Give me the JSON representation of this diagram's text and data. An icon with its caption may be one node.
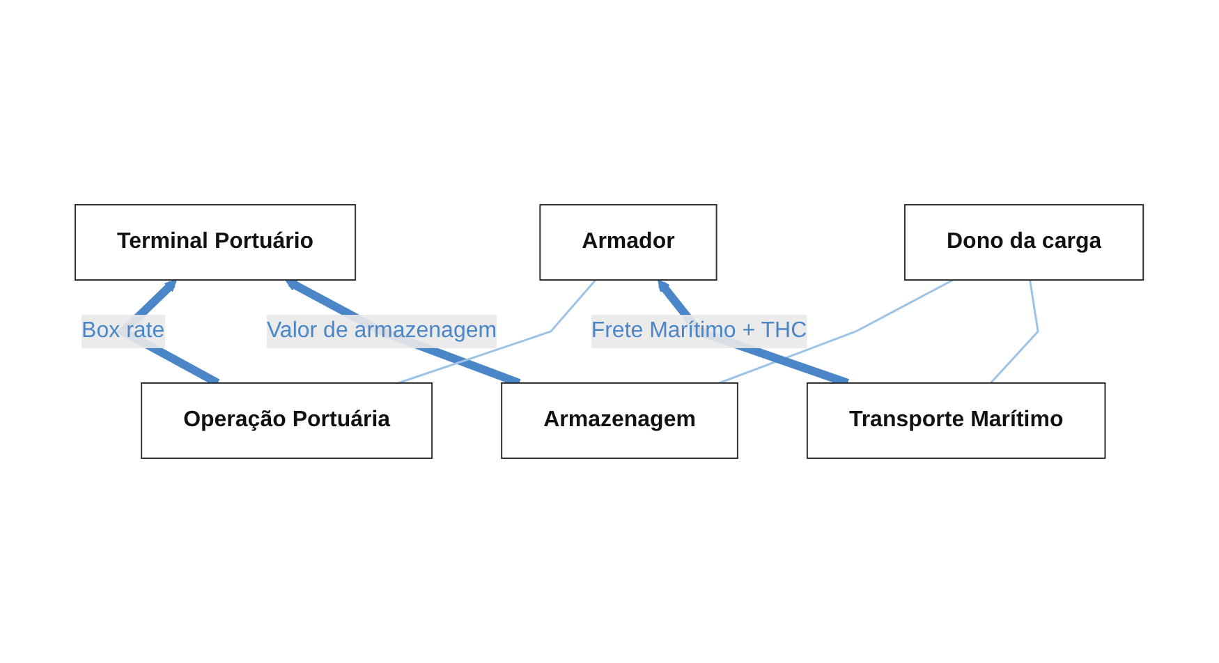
{
  "diagram": {
    "nodes": [
      {
        "text": [
          "Terminal Portuário"
        ]
      },
      {
        "text": [
          "Operação Portuária"
        ]
      },
      {
        "text": [
          "Armazenagem"
        ]
      },
      {
        "text": [
          "Armador"
        ]
      },
      {
        "text": [
          "Transporte Marítimo"
        ]
      },
      {
        "text": [
          "Dono da carga"
        ]
      }
    ],
    "edges": [
      {
        "from": 1,
        "to": 0,
        "arrow": "to",
        "label": "Box rate",
        "style": "thick",
        "color": "#4a86c8"
      },
      {
        "from": 2,
        "to": 0,
        "arrow": "to",
        "label": "Valor de armazenagem",
        "style": "thick",
        "color": "#4a86c8"
      },
      {
        "from": 1,
        "to": 3,
        "arrow": "none"
      },
      {
        "from": 2,
        "to": 5,
        "arrow": "none"
      },
      {
        "from": 4,
        "to": 3,
        "arrow": "to",
        "label": "Frete Marítimo + THC",
        "style": "thick",
        "color": "#4a86c8"
      },
      {
        "from": 4,
        "to": 5,
        "arrow": "none"
      }
    ]
  }
}
